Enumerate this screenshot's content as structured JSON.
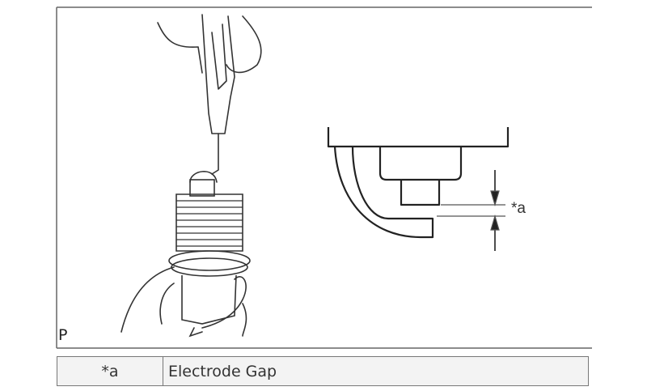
{
  "figure": {
    "frame_label": "P",
    "callout": "*a"
  },
  "legend": {
    "rows": [
      {
        "code": "*a",
        "description": "Electrode Gap"
      }
    ]
  }
}
